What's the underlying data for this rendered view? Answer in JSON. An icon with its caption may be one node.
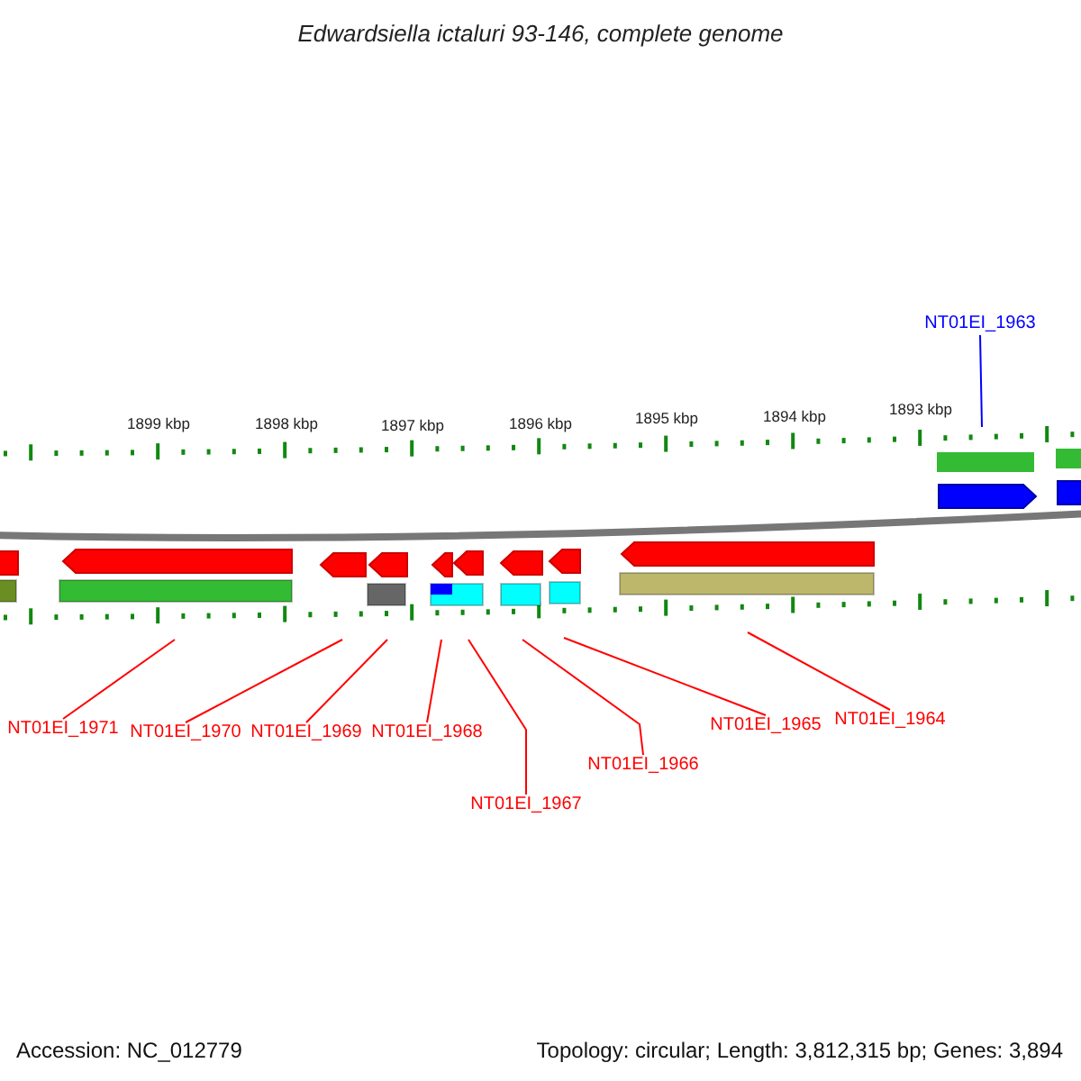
{
  "diagram": {
    "title": "Edwardsiella ictaluri 93-146, complete genome",
    "nodes": [
      {
        "text": [
          "NT01EI_1963"
        ]
      },
      {
        "text": [
          "NT01EI_1971"
        ]
      },
      {
        "text": [
          "NT01EI_1970"
        ]
      },
      {
        "text": [
          "NT01EI_1969"
        ]
      },
      {
        "text": [
          "NT01EI_1968"
        ]
      },
      {
        "text": [
          "NT01EI_1967"
        ]
      },
      {
        "text": [
          "NT01EI_1966"
        ]
      },
      {
        "text": [
          "NT01EI_1965"
        ]
      },
      {
        "text": [
          "NT01EI_1964"
        ]
      }
    ],
    "edges": [
      {
        "from": 0,
        "to": null,
        "arrow": "none",
        "color": "#0000ff"
      },
      {
        "from": 1,
        "to": null,
        "arrow": "none"
      },
      {
        "from": 2,
        "to": null,
        "arrow": "none"
      },
      {
        "from": 3,
        "to": null,
        "arrow": "none"
      },
      {
        "from": 4,
        "to": null,
        "arrow": "none"
      },
      {
        "from": 5,
        "to": null,
        "arrow": "none"
      },
      {
        "from": 6,
        "to": null,
        "arrow": "none"
      },
      {
        "from": 7,
        "to": null,
        "arrow": "none"
      },
      {
        "from": 8,
        "to": null,
        "arrow": "none"
      }
    ],
    "labels": [
      "1899 kbp",
      "1898 kbp",
      "1897 kbp",
      "1896 kbp",
      "1895 kbp",
      "1894 kbp",
      "1893 kbp",
      "Accession: NC_012779",
      "Topology: circular; Length: 3,812,315 bp; Genes: 3,894"
    ]
  }
}
